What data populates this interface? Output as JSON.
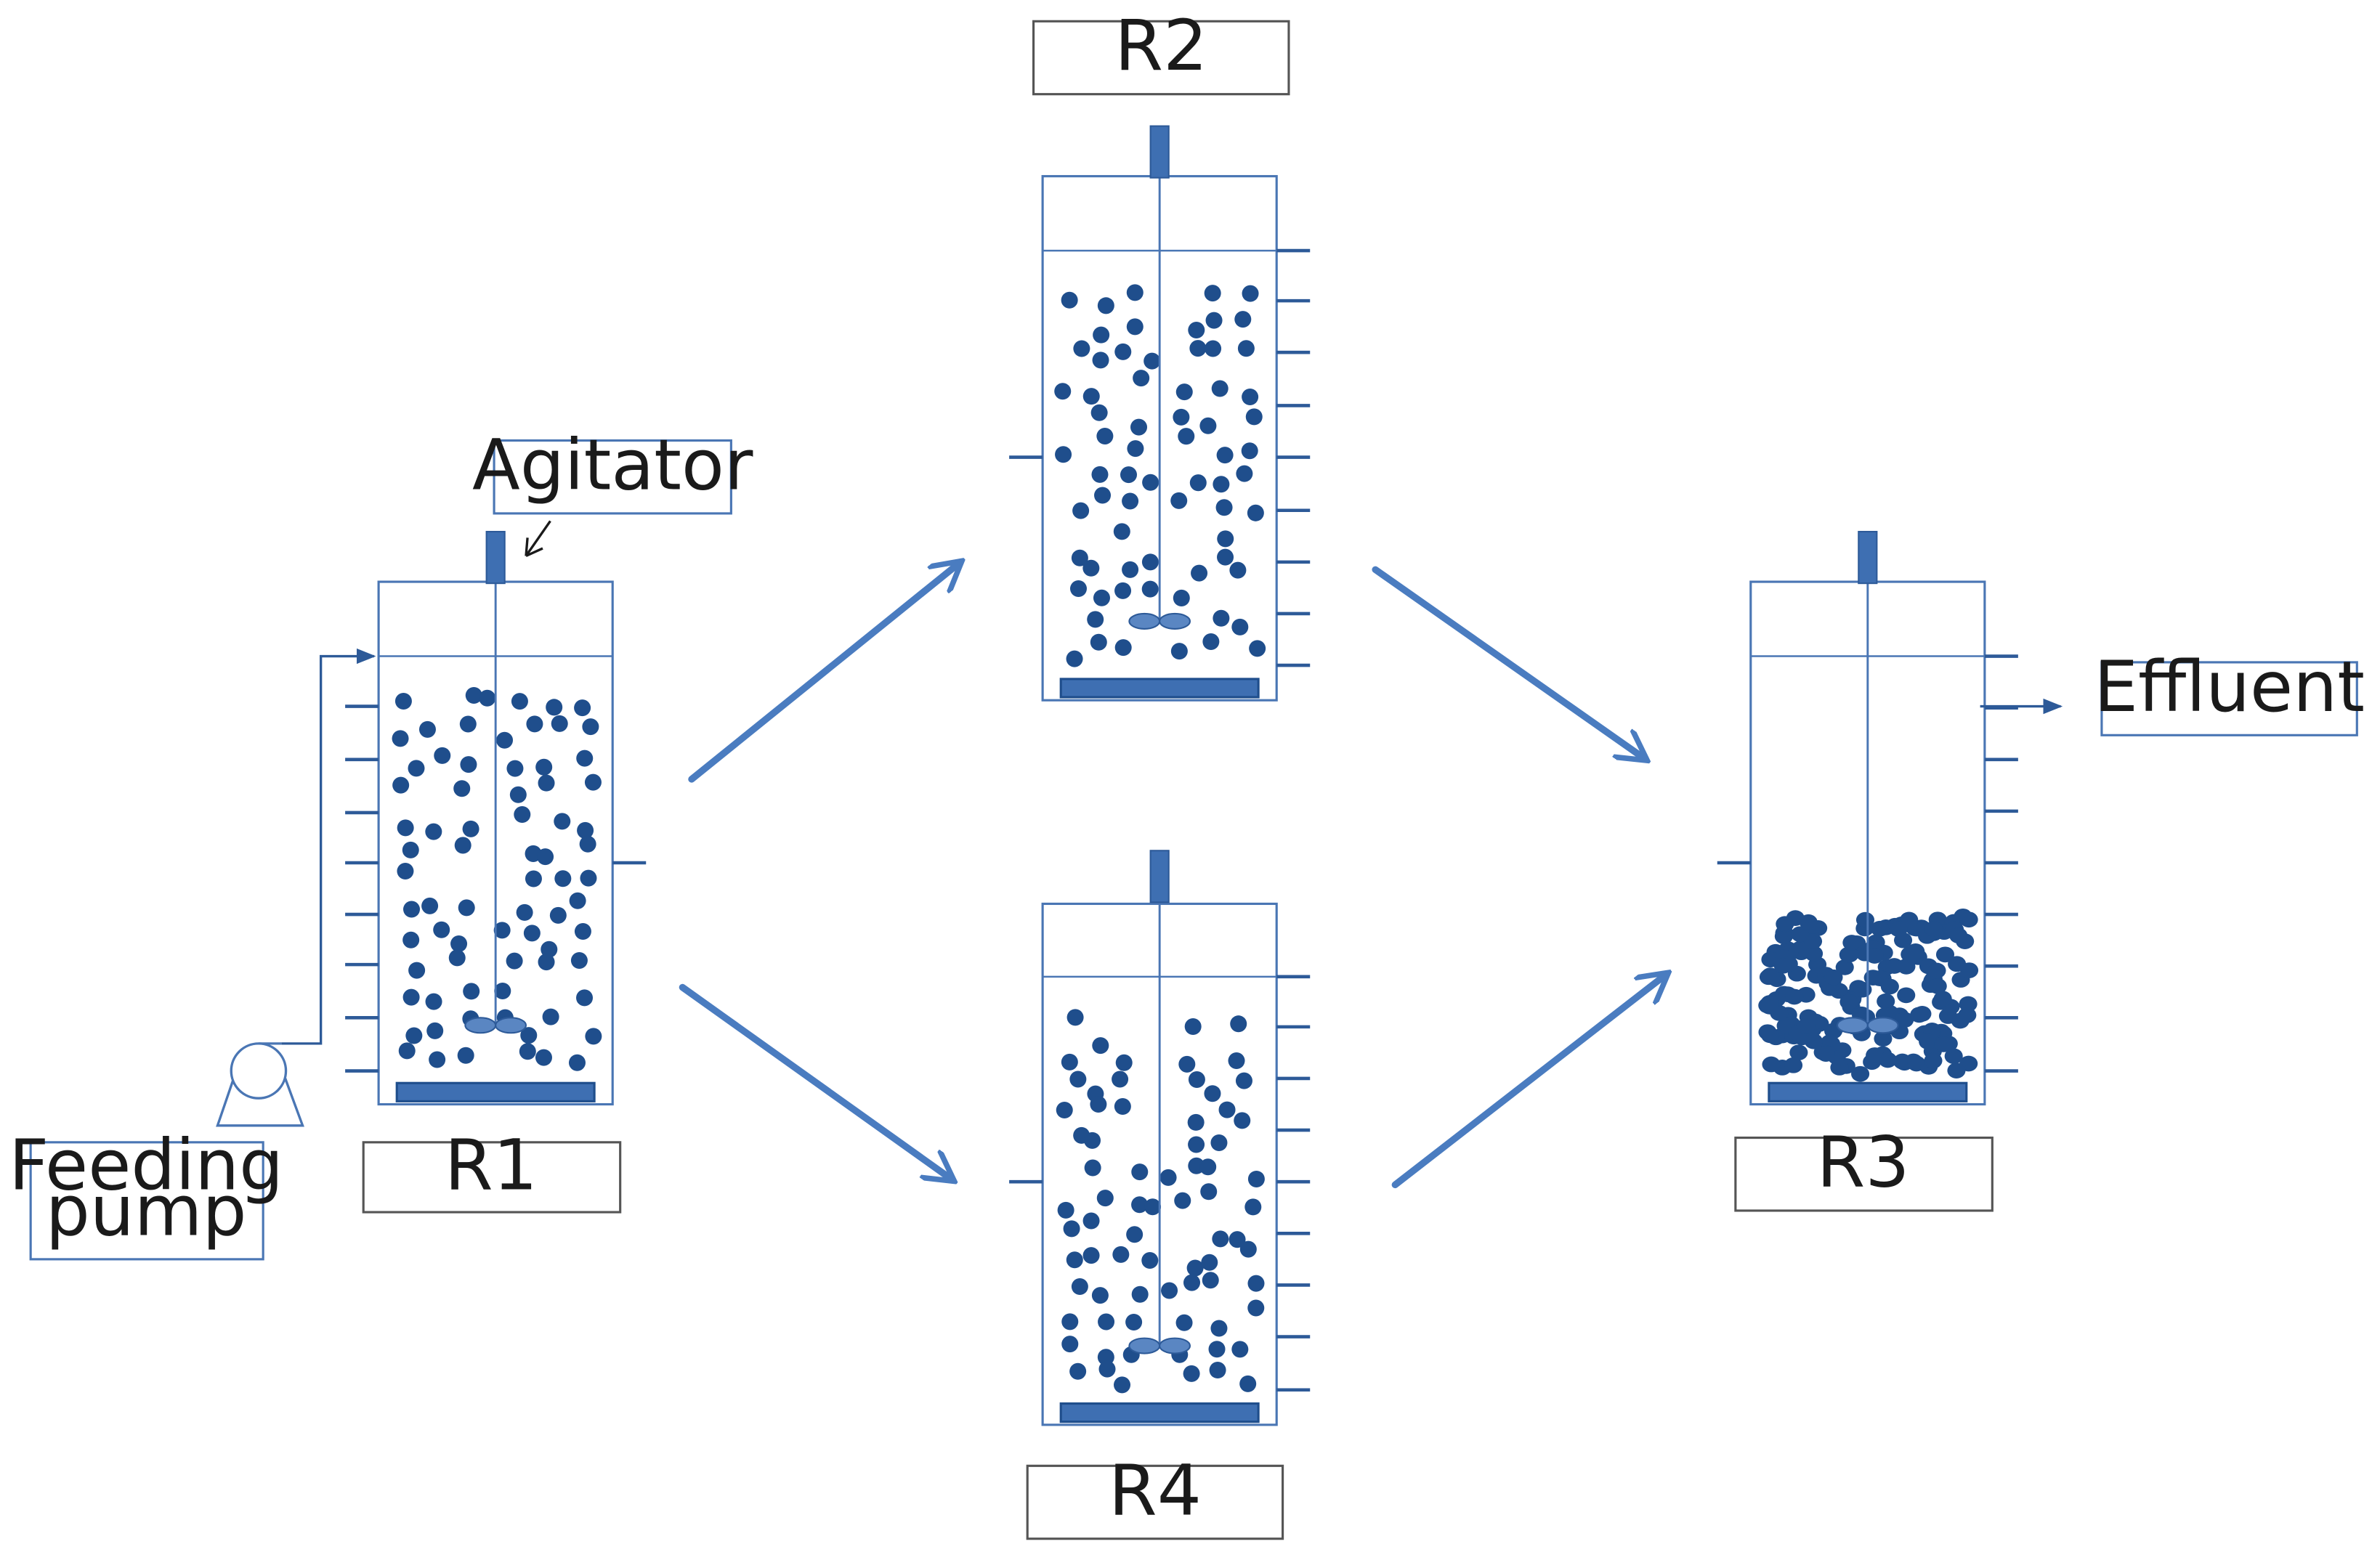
{
  "diagram": {
    "colors": {
      "outline": "#4a76b4",
      "particle": "#1f4e8c",
      "impeller": "#3e6fb2",
      "arrow": "#4a7cc0",
      "label_border": "#555555",
      "label_border_blue": "#4a76b4",
      "text": "#1a1a1a"
    },
    "labels": {
      "r1": "R1",
      "r2": "R2",
      "r3": "R3",
      "r4": "R4",
      "agitator": "Agitator",
      "feeding_pump_line1": "Feeding",
      "feeding_pump_line2": "pump",
      "effluent": "Effluent"
    },
    "reactors": [
      {
        "id": "r1",
        "label": "R1",
        "state": "suspended particles"
      },
      {
        "id": "r2",
        "label": "R2",
        "state": "suspended particles"
      },
      {
        "id": "r4",
        "label": "R4",
        "state": "suspended particles"
      },
      {
        "id": "r3",
        "label": "R3",
        "state": "settled particles"
      }
    ],
    "icons": [
      "pump-icon",
      "agitator-motor-icon",
      "impeller-icon",
      "stirrer-base-icon",
      "arrow-icon"
    ]
  }
}
